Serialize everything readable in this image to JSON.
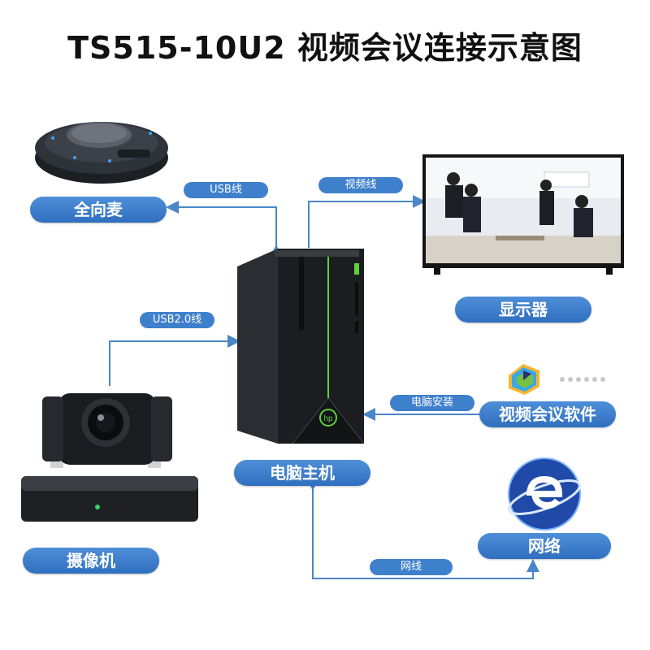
{
  "title": "TS515-10U2 视频会议连接示意图",
  "labels": {
    "mic": "全向麦",
    "display": "显示器",
    "camera": "摄像机",
    "pc": "电脑主机",
    "software": "视频会议软件",
    "network": "网络"
  },
  "connections": {
    "usb": "USB线",
    "video": "视频线",
    "usb2": "USB2.0线",
    "install": "电脑安装",
    "net": "网线"
  },
  "icons": {
    "pc_logo": "hp"
  },
  "colors": {
    "accent": "#3a7bd5",
    "wire": "#4a86c8"
  }
}
